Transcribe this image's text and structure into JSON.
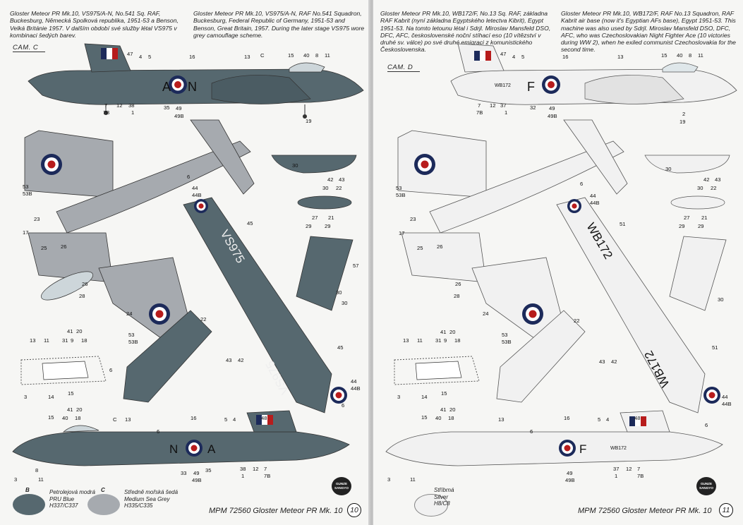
{
  "left_page": {
    "desc_cz_en": "Gloster Meteor PR Mk.10, VS975/A-N, No.541 Sq. RAF, Buckesburg, Německá Spolková republika, 1951-53 a Benson, Velká Británie 1957. V dalším období své služby létal VS975 v kombinaci šedých barev.",
    "desc_en": "Gloster Meteor PR Mk.10, VS975/A-N, RAF No.541 Squadron, Buckesburg, Federal Republic of Germany, 1951-53 and Benson, Great Britain, 1957. During the later stage VS975 wore grey camouflage scheme.",
    "cam_label": "CAM. C",
    "serial": "VS975",
    "code_a": "A",
    "code_n": "N",
    "swatch_b_letter": "B",
    "swatch_b_lines": [
      "Petrolejová modrá",
      "PRU Blue",
      "H337/C337"
    ],
    "swatch_c_letter": "C",
    "swatch_c_lines": [
      "Středně mořská šedá",
      "Medium Sea Grey",
      "H335/C335"
    ],
    "footer": "MPM 72560     Gloster Meteor PR Mk. 10",
    "page_number": "10",
    "colors": {
      "pru_blue": "#56686f",
      "medium_sea_grey": "#a6aaaf",
      "roundel_blue": "#1c2a5a",
      "roundel_red": "#b71c1c"
    }
  },
  "right_page": {
    "desc_cz": "Gloster Meteor PR Mk.10, WB172/F, No.13 Sq. RAF, základna RAF Kabrit (nyní základna Egyptského letectva Kibrit), Egypt 1951-53. Na tomto letounu létal i Sdrjl. Miroslav Mansfeld DSO, DFC, AFC, československé noční stíhací eso (10 vítězství v druhé sv. válce) po své druhé emigraci z komunistického Československa.",
    "desc_en": "Gloster Meteor PR Mk.10, WB172/F, RAF No.13 Squadron, RAF Kabrit air base (now it's Egyptian AFs base), Egypt 1951-53. This machine was also used by Sdrjl. Miroslav Mansfeld DSO, DFC, AFC, who was Czechoslovakian Night Fighter Ace (10 victories during WW 2), when he exiled communist Czechoslovakia for the second time.",
    "cam_label": "CAM. D",
    "serial": "WB172",
    "code_f": "F",
    "swatch_lines": [
      "Stříbrná",
      "Silver",
      "H8/C8"
    ],
    "footer": "MPM 72560     Gloster Meteor PR Mk. 10",
    "page_number": "11",
    "colors": {
      "silver": "#f1f1f1",
      "outline": "#555555"
    }
  },
  "logo_lines": [
    "GUNZE",
    "SANGYO"
  ],
  "callouts": {
    "n1": "1",
    "n2": "2",
    "n3": "3",
    "n4": "4",
    "n5": "5",
    "n6": "6",
    "n7": "7",
    "n7b": "7B",
    "n8": "8",
    "n11": "11",
    "n12": "12",
    "n13": "13",
    "n14": "14",
    "n15": "15",
    "n16": "16",
    "n17": "17",
    "n18": "18",
    "n19": "19",
    "n20": "20",
    "n21": "21",
    "n22": "22",
    "n23": "23",
    "n24": "24",
    "n25": "25",
    "n26": "26",
    "n27": "27",
    "n28": "28",
    "n29": "29",
    "n30": "30",
    "n31": "31",
    "n32": "32",
    "n33": "33",
    "n35": "35",
    "n37": "37",
    "n38": "38",
    "n40": "40",
    "n41": "41",
    "n42": "42",
    "n43": "43",
    "n44": "44",
    "n44b": "44B",
    "n45": "45",
    "n47": "47",
    "n48": "48",
    "n49": "49",
    "n49b": "49B",
    "n51": "51",
    "n53": "53",
    "n53b": "53B",
    "n57": "57",
    "c": "C",
    "nA": "A",
    "n9": "9"
  }
}
